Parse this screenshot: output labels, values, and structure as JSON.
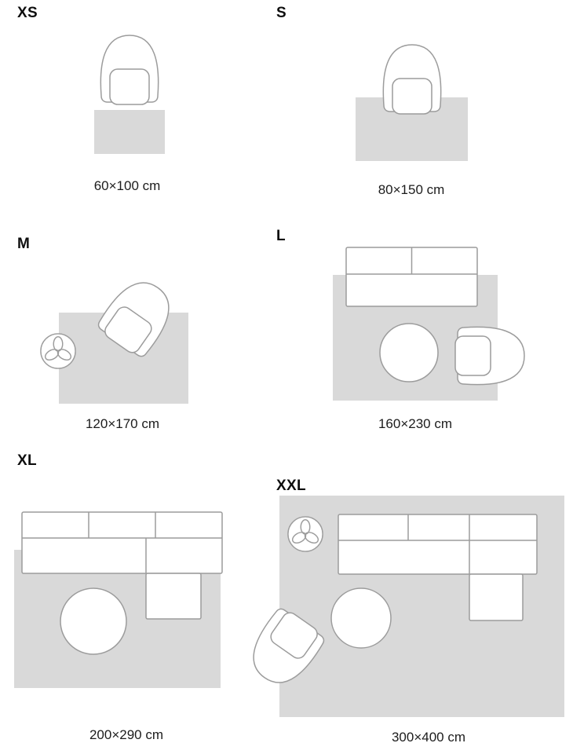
{
  "guide": {
    "colors": {
      "rug_fill": "#d9d9d9",
      "line": "#9c9c9c",
      "text": "#141414",
      "background": "#ffffff"
    }
  },
  "sizes": [
    {
      "id": "xs",
      "label": "XS",
      "dimensions": "60×100 cm"
    },
    {
      "id": "s",
      "label": "S",
      "dimensions": "80×150 cm"
    },
    {
      "id": "m",
      "label": "M",
      "dimensions": "120×170 cm"
    },
    {
      "id": "l",
      "label": "L",
      "dimensions": "160×230 cm"
    },
    {
      "id": "xl",
      "label": "XL",
      "dimensions": "200×290 cm"
    },
    {
      "id": "xxl",
      "label": "XXL",
      "dimensions": "300×400 cm"
    }
  ]
}
